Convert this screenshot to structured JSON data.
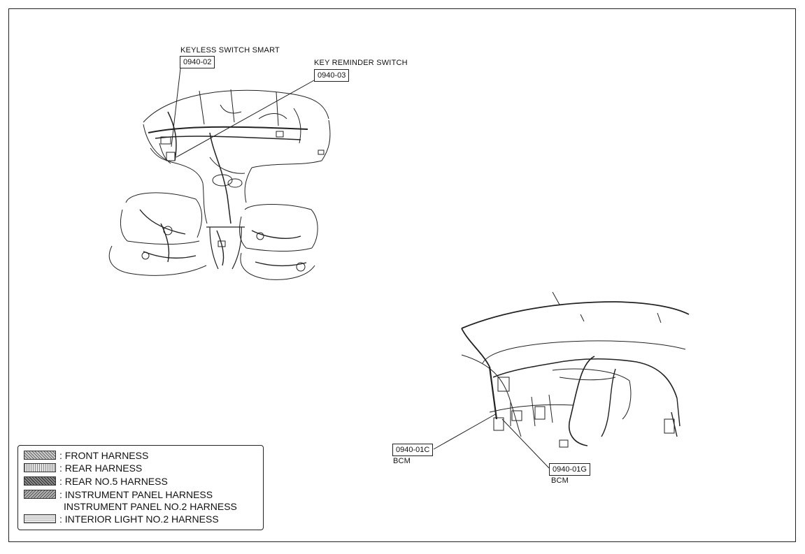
{
  "callouts": {
    "keyless": {
      "name": "KEYLESS SWITCH SMART",
      "code": "0940-02"
    },
    "key_reminder": {
      "name": "KEY REMINDER SWITCH",
      "code": "0940-03"
    },
    "bcm_c": {
      "code": "0940-01C",
      "name": "BCM"
    },
    "bcm_g": {
      "code": "0940-01G",
      "name": "BCM"
    }
  },
  "legend": {
    "items": [
      {
        "label": ": FRONT HARNESS"
      },
      {
        "label": ": REAR HARNESS"
      },
      {
        "label": ": REAR NO.5 HARNESS"
      },
      {
        "label": ": INSTRUMENT PANEL HARNESS"
      },
      {
        "label": "INSTRUMENT PANEL NO.2 HARNESS"
      },
      {
        "label": ": INTERIOR LIGHT NO.2 HARNESS"
      }
    ]
  }
}
